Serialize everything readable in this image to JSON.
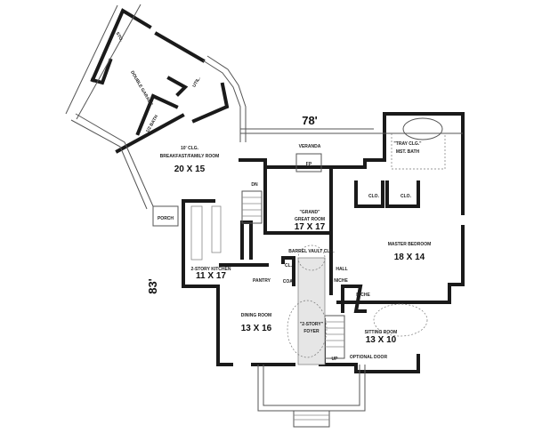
{
  "dimensions": {
    "width": "78'",
    "depth": "83'"
  },
  "rooms": {
    "storage": "STO.",
    "garage": "DOUBLE GARAGE",
    "utility": "UTIL.",
    "half_bath": "1/2 BATH",
    "breakfast_note": "10' CLG.",
    "breakfast": "BREAKFAST/FAMILY ROOM",
    "breakfast_size": "20 X 15",
    "porch": "PORCH",
    "kitchen": "2-STORY KITCHEN",
    "kitchen_size": "11 X 17",
    "pantry": "PANTRY",
    "dining": "DINING ROOM",
    "dining_size": "13 X 16",
    "foyer_note": "\"2-STORY\"",
    "foyer": "FOYER",
    "vault": "BARREL VAULT CLG.",
    "closet_cl": "CL.",
    "coat": "COA.",
    "hall": "HALL",
    "niche1": "NICHE",
    "niche2": "NICHE",
    "great_note": "\"GRAND\"",
    "great": "GREAT ROOM",
    "great_size": "17 X 17",
    "fireplace": "FP",
    "veranda": "VERANDA",
    "bath_note": "\"TRAY CLG.\"",
    "master_bath": "MST. BATH",
    "closet1": "CLO.",
    "closet2": "CLO.",
    "master": "MASTER BEDROOM",
    "master_size": "18 X 14",
    "sitting": "SITTING ROOM",
    "sitting_size": "13 X 10",
    "optional_door": "OPTIONAL DOOR",
    "up": "UP",
    "dn": "DN"
  }
}
